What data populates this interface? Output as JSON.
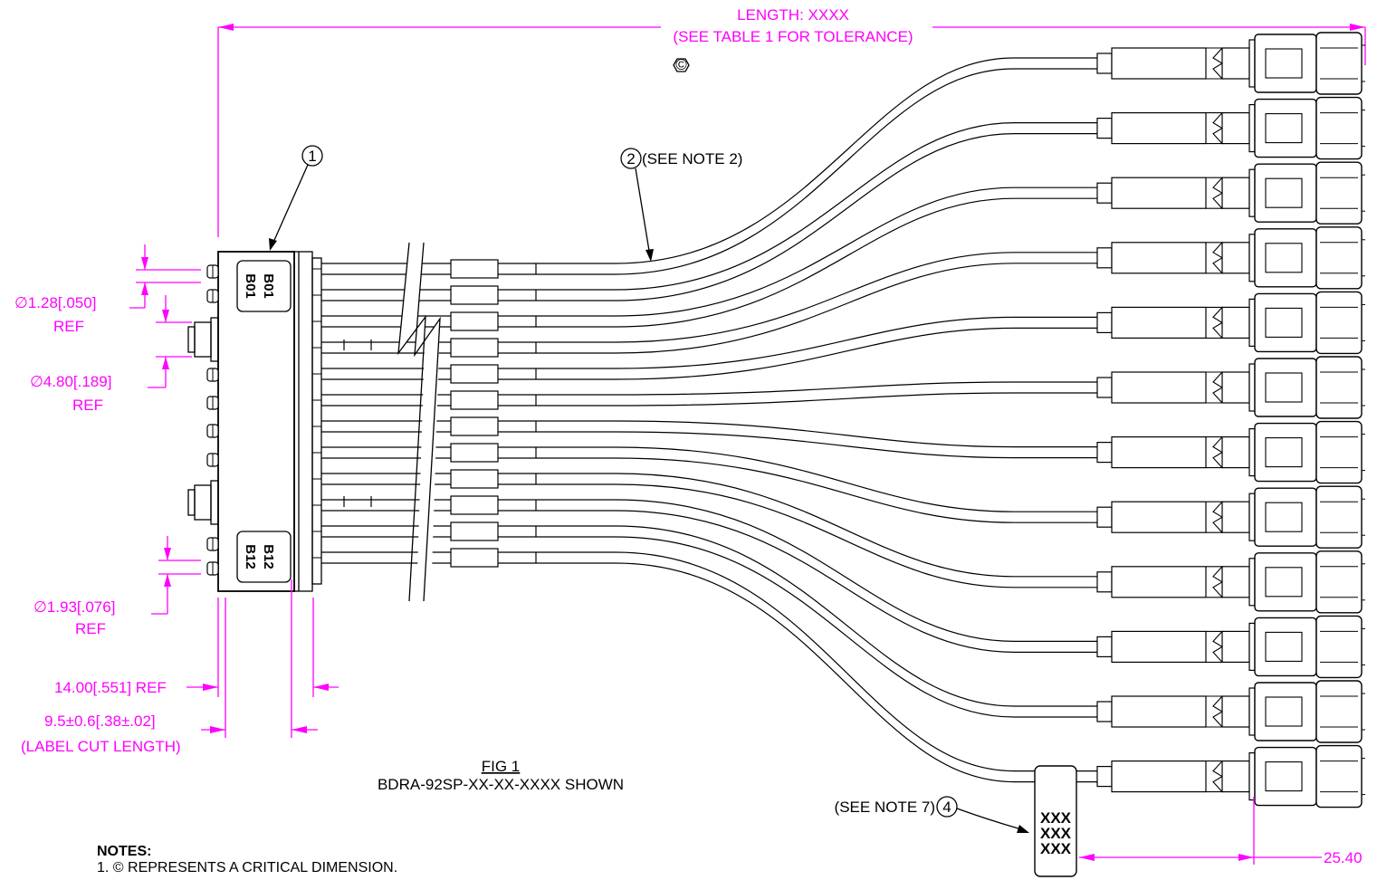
{
  "length_dim": {
    "line1": "LENGTH: XXXX",
    "line2": "(SEE TABLE 1 FOR TOLERANCE)"
  },
  "critical_symbol": "©",
  "balloons": {
    "b1": "1",
    "b2": "2",
    "b2_note": "(SEE NOTE 2)",
    "b4": "4",
    "b4_note": "(SEE NOTE 7)"
  },
  "labels": {
    "top": "B01",
    "bottom": "B12"
  },
  "tag_text": [
    "XXX",
    "XXX",
    "XXX"
  ],
  "dims": {
    "d1": "∅1.28[.050]",
    "d1_ref": "REF",
    "d2": "∅4.80[.189]",
    "d2_ref": "REF",
    "d3": "∅1.93[.076]",
    "d3_ref": "REF",
    "d4": "14.00[.551] REF",
    "d5": "9.5±0.6[.38±.02]",
    "d5_note": "(LABEL CUT LENGTH)",
    "d6": "25.40"
  },
  "figure": {
    "title": "FIG 1",
    "subtitle": "BDRA-92SP-XX-XX-XXXX SHOWN"
  },
  "notes": {
    "title": "NOTES:",
    "n1": "1. © REPRESENTS A CRITICAL DIMENSION."
  },
  "colors": {
    "dimension": "#ff00ff",
    "line": "#000000"
  }
}
